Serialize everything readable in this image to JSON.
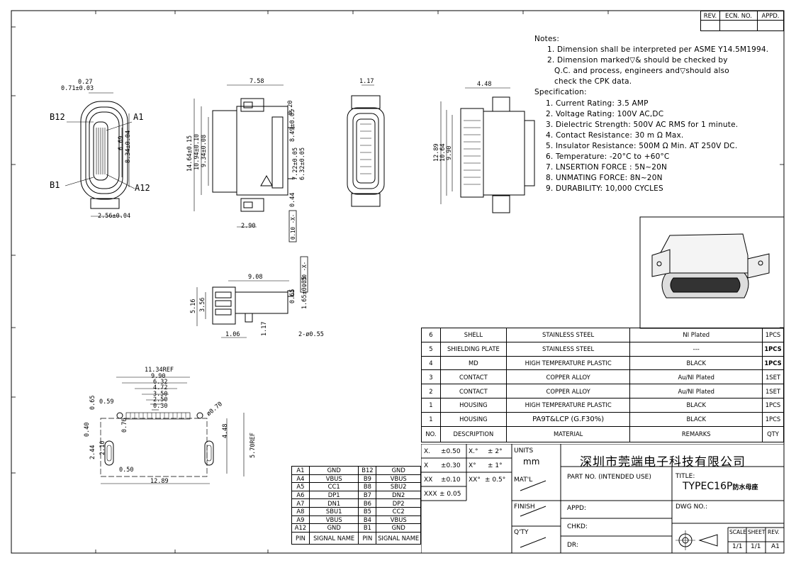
{
  "revision_header": [
    "REV.",
    "ECN. NO.",
    "APPD."
  ],
  "notes": {
    "heading": "Notes:",
    "items": [
      "1. Dimension shall be interpreted per ASME Y14.5M1994.",
      "2. Dimension marked",
      "Q.C. and process, engineers and",
      "check the CPK data."
    ],
    "item2_mid": "&     should be checked by",
    "item2_tail": "should also",
    "spec_heading": "Specification:",
    "spec_items": [
      "1. Current Rating: 3.5 AMP",
      "2. Voltage Rating: 100V AC,DC",
      "3. Dielectric Strength: 500V AC RMS for 1 minute.",
      "4. Contact Resistance: 30 m Ω Max.",
      "5. Insulator Resistance: 500M Ω Min. AT 250V DC.",
      "6. Temperature: -20°C to +60°C",
      "7. LNSERTION FORCE : 5N~20N",
      "8. UNMATING FORCE: 8N~20N",
      "9. DURABILITY: 10,000 CYCLES"
    ]
  },
  "dimensions": {
    "front": {
      "d1": "0.27",
      "d2": "0.71±0.03",
      "b12": "B12",
      "a1": "A1",
      "b1": "B1",
      "a12": "A12",
      "d3": "6.69",
      "d4": "8.34±0.04",
      "d5": "2.56±0.04"
    },
    "side": {
      "w": "7.58",
      "h1": "14.64±0.15",
      "h2": "10.94±0.10",
      "h3": "9.34±0.08",
      "r1": "0.20",
      "r2": "8.49±0.05",
      "r3": "7.22±0.05",
      "r4": "6.32±0.05",
      "r5": "0.44",
      "tol": "0.10 -X-",
      "bottom": "2.90"
    },
    "top_view": {
      "w": "1.17"
    },
    "rear": {
      "w": "4.48",
      "h1": "12.89",
      "h2": "10.64",
      "h3": "9.90"
    },
    "lower": {
      "w": "9.08",
      "h1": "5.16",
      "h2": "3.56",
      "v1": "0.65",
      "v2": "1.65±0.05",
      "tol": "0.30 -X-",
      "b1": "1.06",
      "b2": "1.17",
      "holes": "2-ø0.55"
    },
    "pcb": {
      "ref": "11.34REF",
      "d1": "9.90",
      "d2": "6.32",
      "d3": "4.72",
      "d4": "3.50",
      "d5": "2.50",
      "d6": "0.30",
      "d7": "0.65",
      "d8": "0.59",
      "phi": "ø0.70",
      "v1": "0.40",
      "v2": "0.70",
      "v3": "2.44",
      "v4": "2.10",
      "h": "4.48",
      "ref2": "5.70REF",
      "b1": "0.50",
      "b2": "12.89"
    }
  },
  "bom": {
    "rows": [
      [
        "6",
        "SHELL",
        "STAINLESS STEEL",
        "NI Plated",
        "1PCS"
      ],
      [
        "5",
        "SHIELDING PLATE",
        "STAINLESS STEEL",
        "---",
        "1PCS"
      ],
      [
        "4",
        "MD",
        "HIGH TEMPERATURE PLASTIC",
        "BLACK",
        "1PCS"
      ],
      [
        "3",
        "CONTACT",
        "COPPER ALLOY",
        "Au/NI Plated",
        "1SET"
      ],
      [
        "2",
        "CONTACT",
        "COPPER ALLOY",
        "Au/NI Plated",
        "1SET"
      ],
      [
        "1",
        "HOUSING",
        "HIGH TEMPERATURE PLASTIC",
        "BLACK",
        "1PCS"
      ],
      [
        "1",
        "HOUSING",
        "PA9T&LCP (G.F30%)",
        "BLACK",
        "1PCS"
      ]
    ],
    "header": [
      "NO.",
      "DESCRIPTION",
      "MATERIAL",
      "REMARKS",
      "QTY"
    ]
  },
  "pins": {
    "rows": [
      [
        "A1",
        "GND",
        "B12",
        "GND"
      ],
      [
        "A4",
        "VBUS",
        "B9",
        "VBUS"
      ],
      [
        "A5",
        "CC1",
        "B8",
        "SBU2"
      ],
      [
        "A6",
        "DP1",
        "B7",
        "DN2"
      ],
      [
        "A7",
        "DN1",
        "B6",
        "DP2"
      ],
      [
        "A8",
        "SBU1",
        "B5",
        "CC2"
      ],
      [
        "A9",
        "VBUS",
        "B4",
        "VBUS"
      ],
      [
        "A12",
        "GND",
        "B1",
        "GND"
      ]
    ],
    "header": [
      "PIN",
      "SIGNAL NAME",
      "PIN",
      "SIGNAL NAME"
    ]
  },
  "title_block": {
    "tol": [
      [
        "X.",
        "±0.50",
        "X.°",
        "± 2°"
      ],
      [
        "X",
        "±0.30",
        "X°",
        "± 1°"
      ],
      [
        "XX",
        "±0.10",
        "XX°",
        "± 0.5°"
      ],
      [
        "XXX",
        "± 0.05",
        "",
        ""
      ]
    ],
    "units_label": "UNITS",
    "units": "mm",
    "company": "深圳市莞端电子科技有限公司",
    "mat": "MAT'L",
    "finish": "FINISH",
    "qty": "Q'TY",
    "part_no": "PART  NO. (INTENDED  USE)",
    "title_label": "TITLE:",
    "title": "TYPEC16P",
    "title_suffix": "防水母座",
    "appd": "APPD:",
    "chkd": "CHKD:",
    "dr": "DR:",
    "dwg": "DWG NO.:",
    "scale_label": "SCALE",
    "sheet_label": "SHEET",
    "rev_label": "REV.",
    "scale": "1/1",
    "sheet": "1/1",
    "rev": "A1"
  }
}
